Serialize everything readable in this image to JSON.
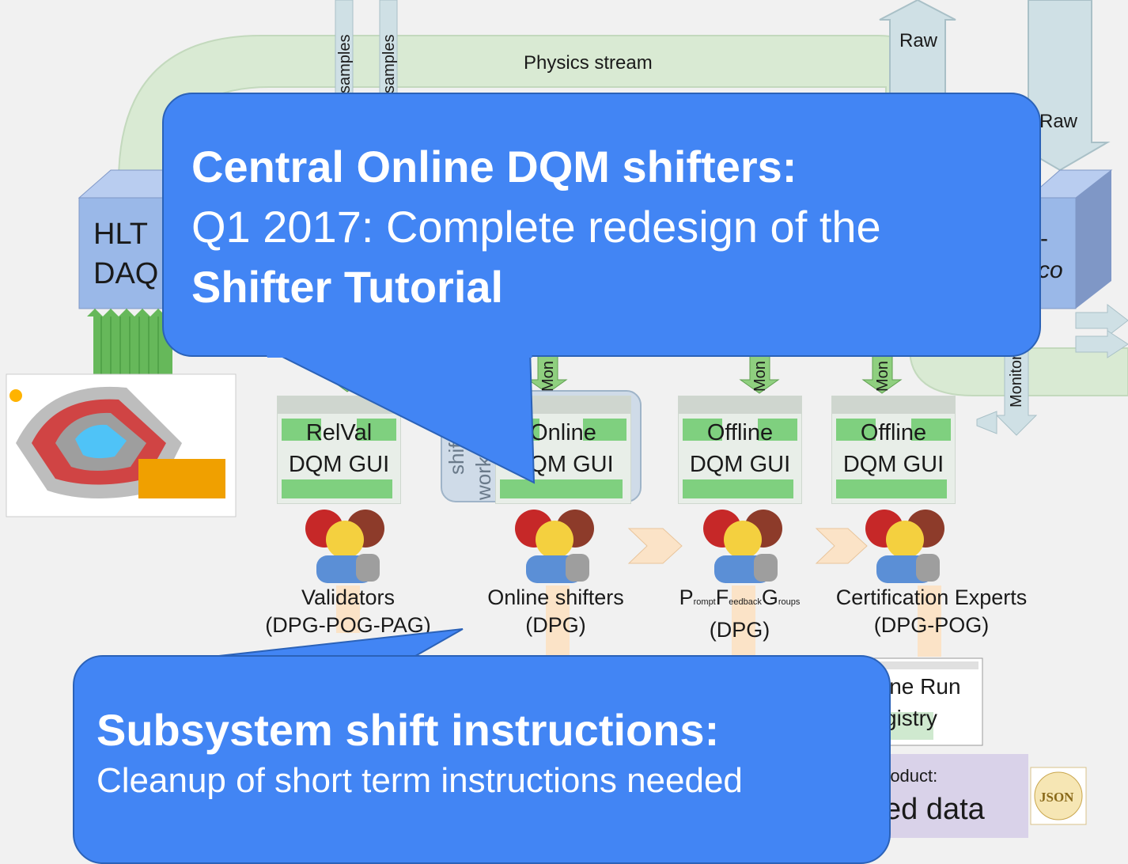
{
  "flow": {
    "raw_top": "Raw",
    "raw_right": "Raw",
    "physics_stream": "Physics stream",
    "samples_1": "samples",
    "samples_2": "samples",
    "hlt": "HLT",
    "daq": "DAQ",
    "reco_partial": "-",
    "reco_partial2": "co",
    "monitor_right": "Monitor",
    "mon_1": "M",
    "mon_2": "Mon",
    "mon_3": "Mon",
    "mon_4": "Mon"
  },
  "guis": [
    {
      "line1": "RelVal",
      "line2": "DQM GUI"
    },
    {
      "line1": "Online",
      "line2": "DQM GUI"
    },
    {
      "line1": "Offline",
      "line2": "DQM GUI"
    },
    {
      "line1": "Offline",
      "line2": "DQM GUI"
    }
  ],
  "shift_workstation_partial": [
    "shift",
    "works"
  ],
  "teams": [
    {
      "line1": "Validators",
      "line2": "(DPG-POG-PAG)"
    },
    {
      "line1": "Online shifters",
      "line2": "(DPG)"
    },
    {
      "line2": "(DPG)"
    },
    {
      "line1": "Certification Experts",
      "line2": "(DPG-POG)"
    }
  ],
  "pfg": {
    "p": "P",
    "p_sub": "rompt",
    "f": "F",
    "f_sub": "eedback",
    "g": "G",
    "g_sub": "roups"
  },
  "run_registry": {
    "line1": "ine Run",
    "line2": "gistry"
  },
  "product": {
    "label": "roduct:",
    "value": "ed data"
  },
  "json_badge": "JSON",
  "callout_top": {
    "heading": "Central Online DQM shifters:",
    "line1": "Q1 2017: Complete redesign of the",
    "line2": "Shifter Tutorial"
  },
  "callout_bottom": {
    "heading": "Subsystem shift instructions:",
    "line1": "Cleanup of short term instructions needed"
  },
  "colors": {
    "callout": "#4285f4",
    "stream_green": "#d9ead3",
    "raw_blue": "#cfe0e5",
    "gui_green": "#7fd07f",
    "detector_box": "#9ab8e8"
  }
}
